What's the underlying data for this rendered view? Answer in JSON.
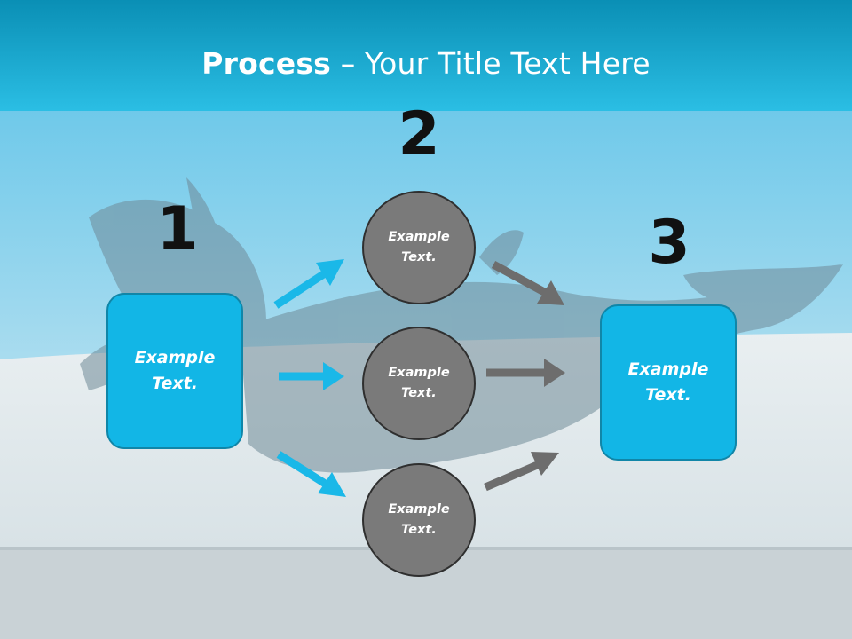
{
  "title": {
    "bold": "Process",
    "rest": " – Your Title Text Here"
  },
  "steps": {
    "one": {
      "number": "1",
      "text": "Example Text."
    },
    "two": {
      "number": "2",
      "items": [
        {
          "text": "Example Text."
        },
        {
          "text": "Example Text."
        },
        {
          "text": "Example Text."
        }
      ]
    },
    "three": {
      "number": "3",
      "text": "Example Text."
    }
  },
  "colors": {
    "accent_blue": "#12b6e6",
    "circle_gray": "#7a7a7a",
    "arrow_blue": "#1ab8e8",
    "arrow_gray": "#6d6d6d"
  },
  "background": {
    "image": "dolphin-on-beach-photo"
  }
}
